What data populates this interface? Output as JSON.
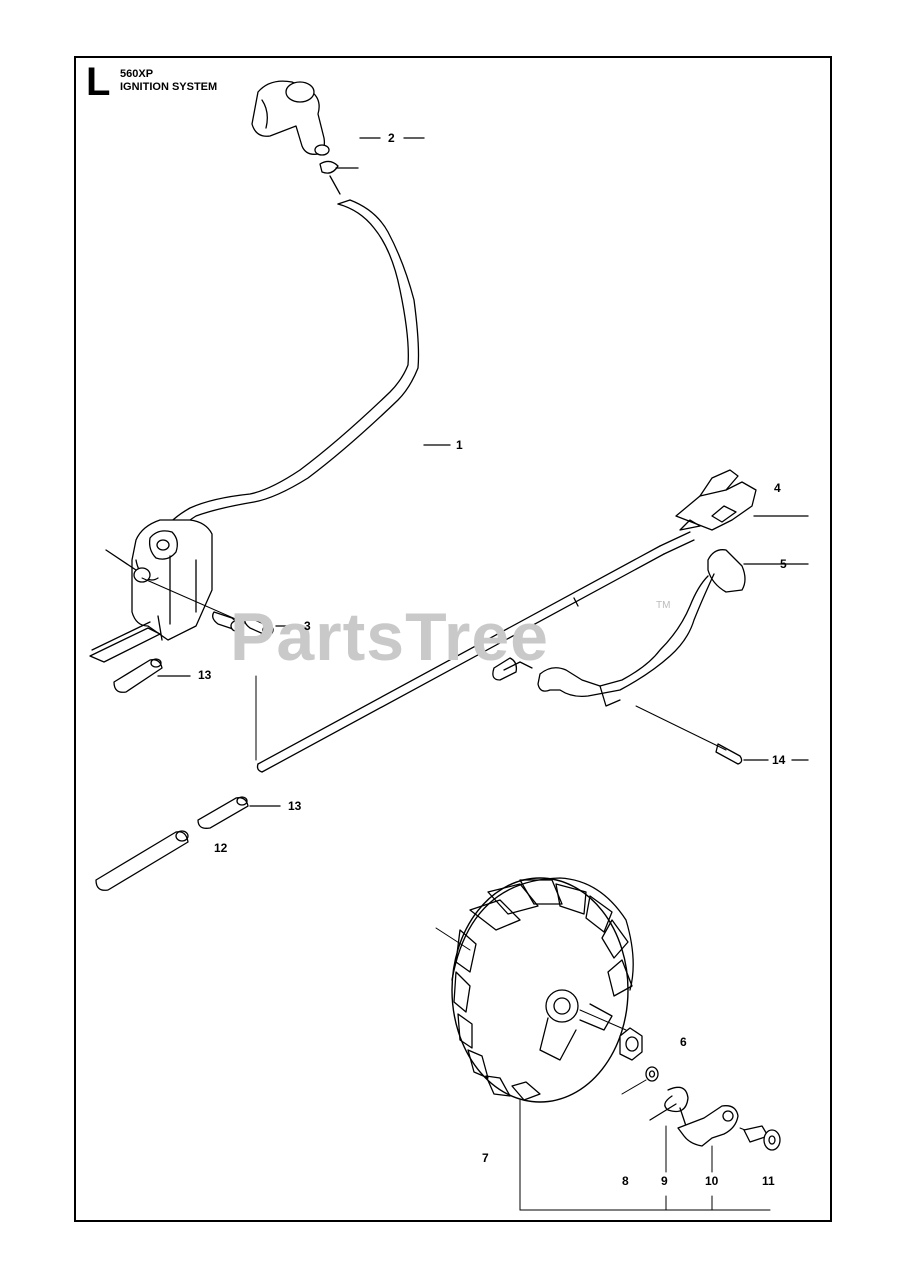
{
  "header": {
    "section_letter": "L",
    "model": "560XP",
    "system": "IGNITION SYSTEM"
  },
  "watermark": {
    "text": "PartsTree",
    "tm": "TM"
  },
  "callouts": {
    "c1": "1",
    "c2": "2",
    "c3": "3",
    "c4": "4",
    "c5": "5",
    "c6": "6",
    "c7": "7",
    "c8": "8",
    "c9": "9",
    "c10": "10",
    "c11": "11",
    "c12": "12",
    "c13a": "13",
    "c13b": "13",
    "c14": "14"
  }
}
